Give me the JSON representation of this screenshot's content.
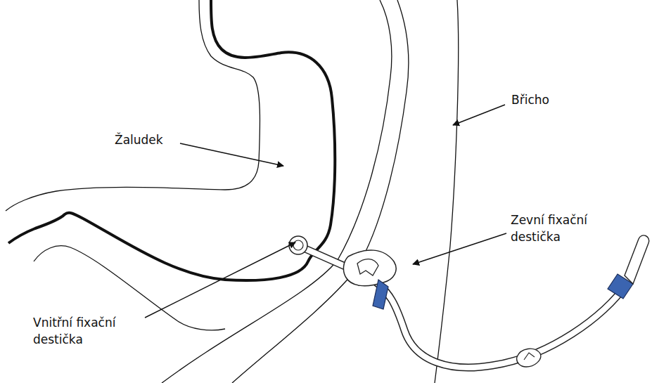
{
  "diagram": {
    "labels": [
      "Žaludek",
      "Břicho",
      "Zevní fixační destička",
      "Vnitřní fixační destička"
    ]
  }
}
